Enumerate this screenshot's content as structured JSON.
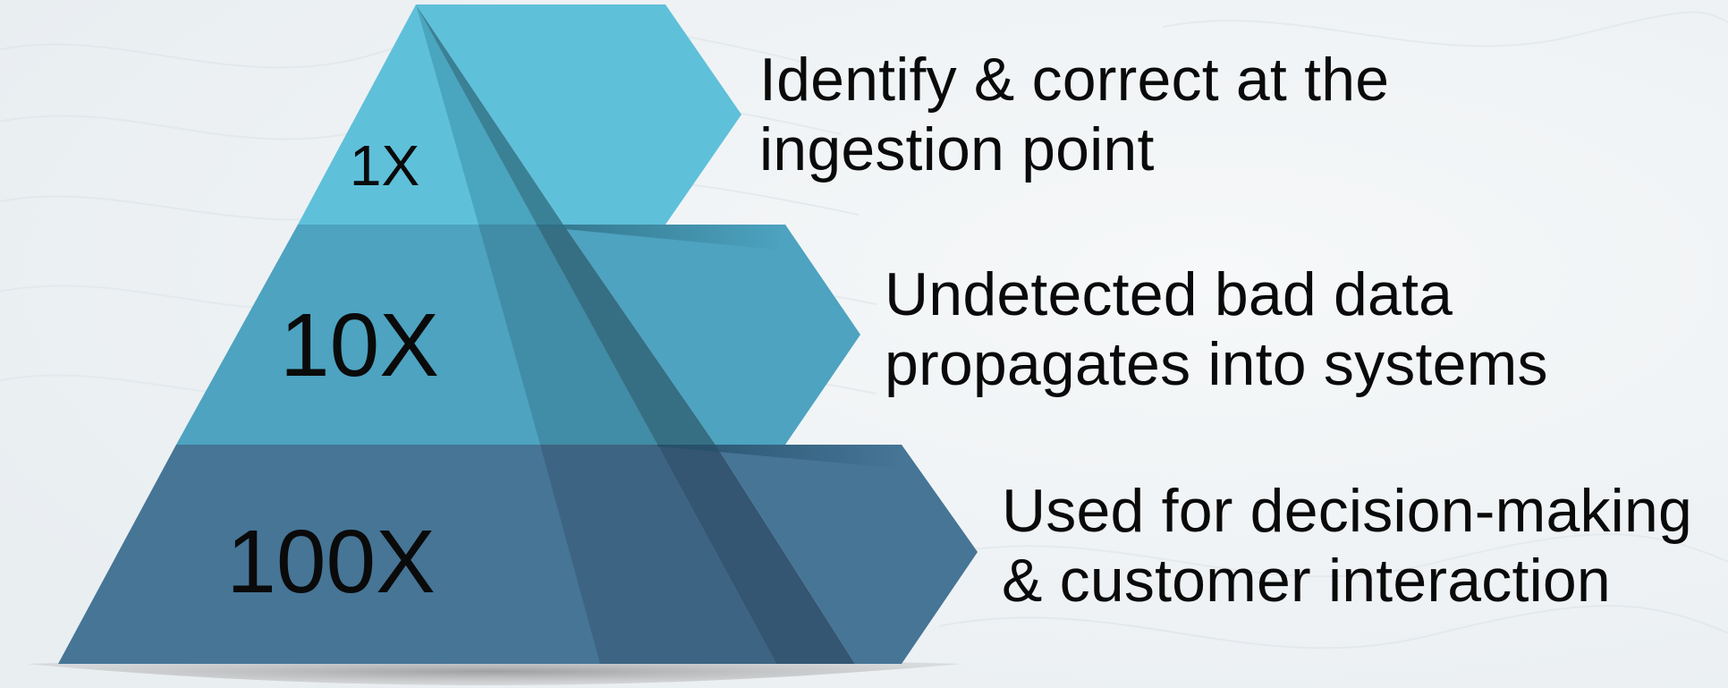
{
  "tiers": [
    {
      "multiplier": "1X",
      "line1": "Identify & correct at the",
      "line2": "ingestion point",
      "color": "#5fc0da"
    },
    {
      "multiplier": "10X",
      "line1": "Undetected bad data",
      "line2": "propagates into systems",
      "color": "#4da3c0"
    },
    {
      "multiplier": "100X",
      "line1": "Used for decision-making",
      "line2": "& customer interaction",
      "color": "#467596"
    }
  ],
  "colors": {
    "background": "#f1f4f6",
    "text": "#0a0a0a",
    "shadow": "#a9aaab"
  }
}
